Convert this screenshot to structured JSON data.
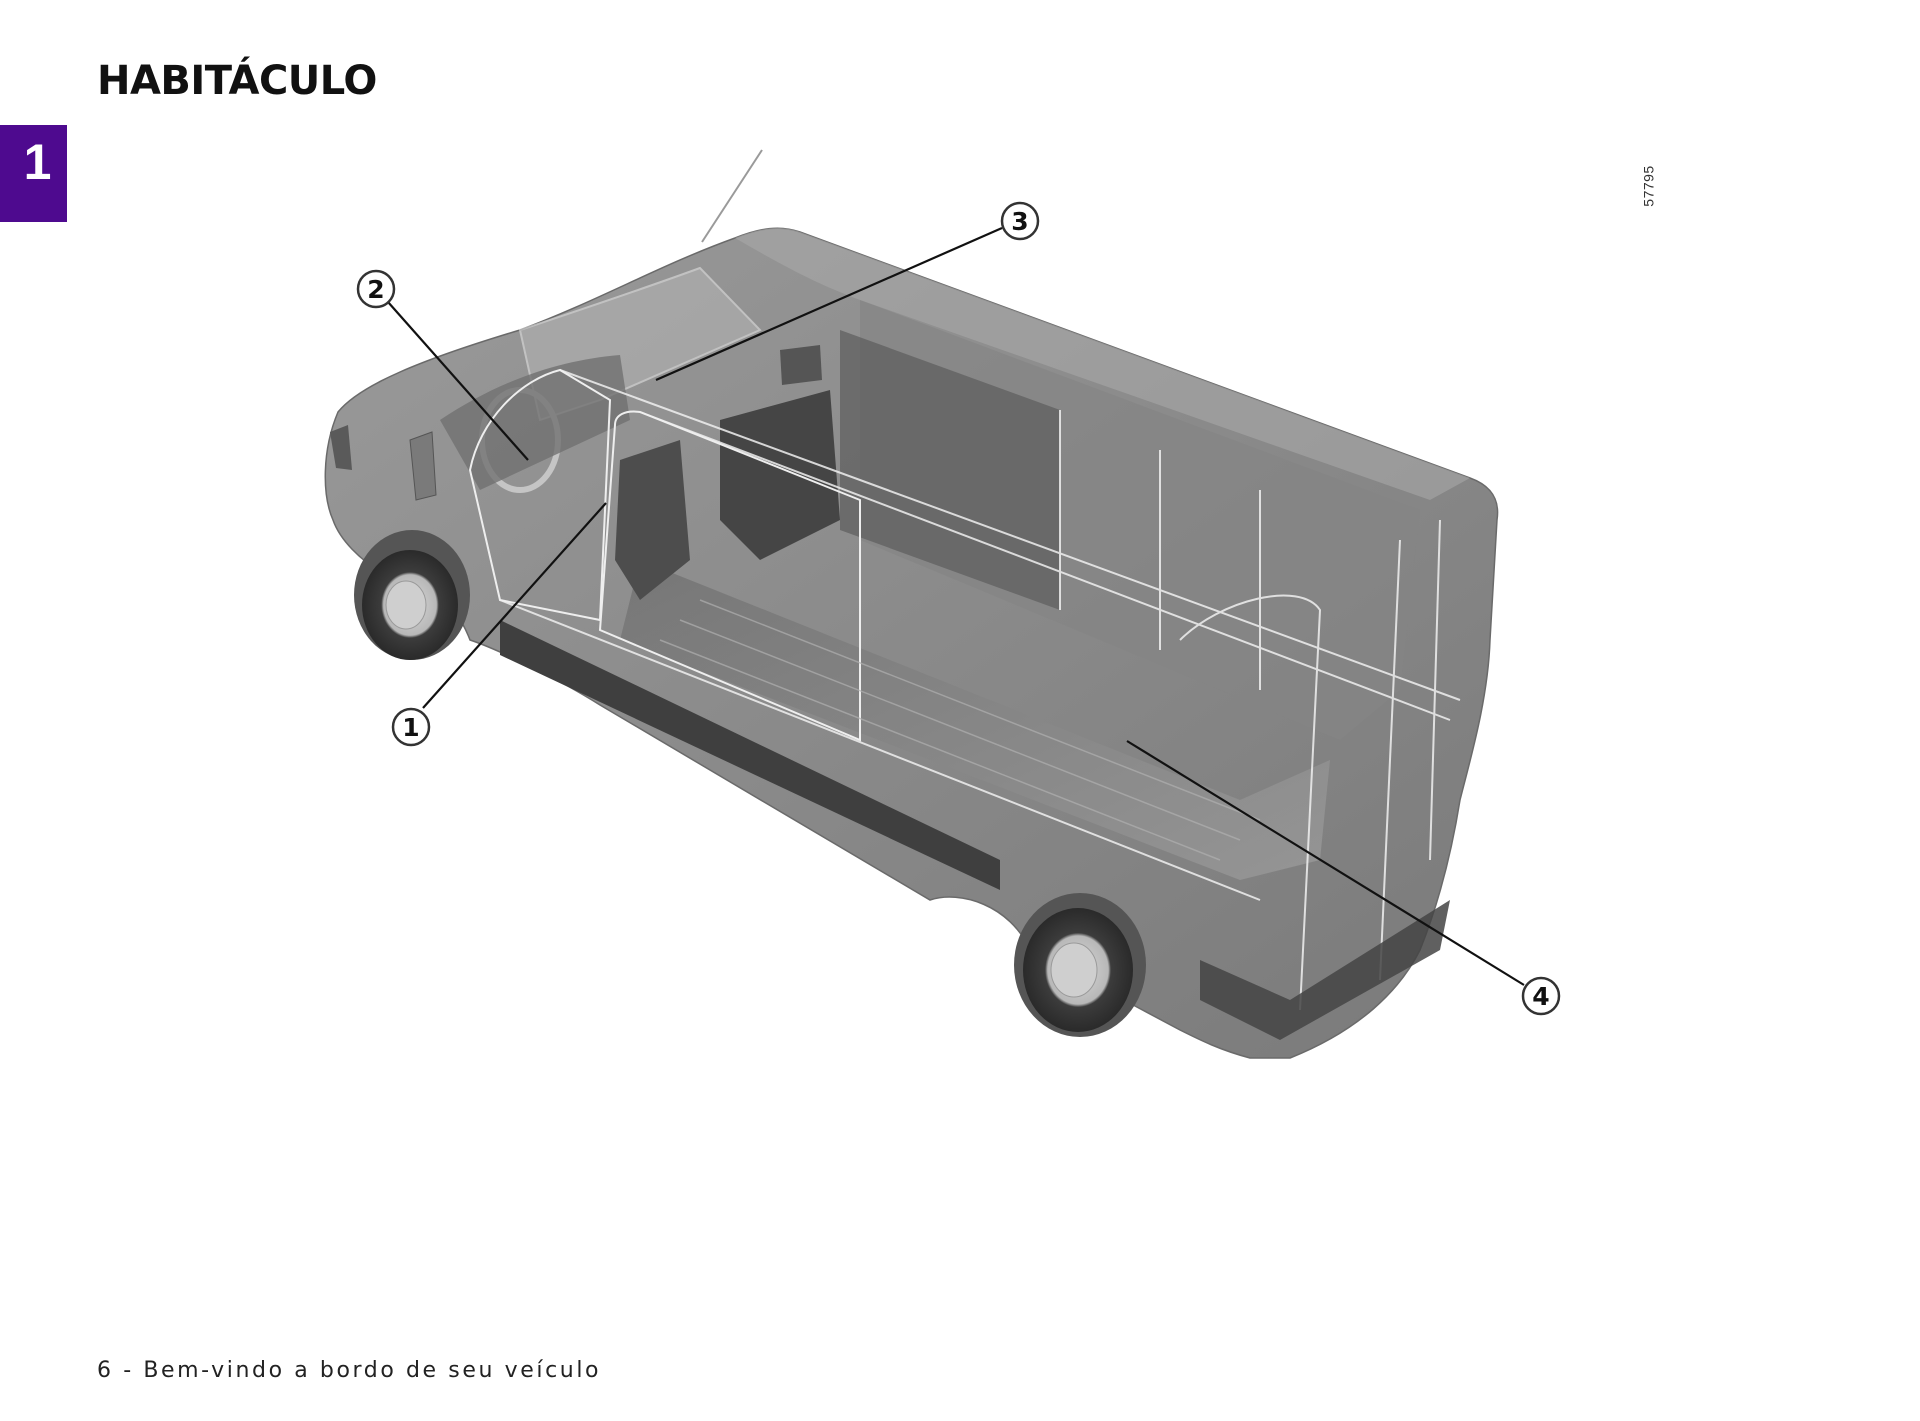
{
  "page": {
    "title": "HABITÁCULO",
    "chapter_number": "1",
    "figure_reference": "57795",
    "footer": "6 - Bem-vindo a bordo de seu veículo"
  },
  "colors": {
    "chapter_tab": "#4e0a8f",
    "text": "#111111",
    "van_body": "#8c8c8c"
  },
  "figure": {
    "description": "Cutaway illustration of a panel van showing the passenger compartment",
    "callouts": [
      {
        "label": "1"
      },
      {
        "label": "2"
      },
      {
        "label": "3"
      },
      {
        "label": "4"
      }
    ]
  }
}
